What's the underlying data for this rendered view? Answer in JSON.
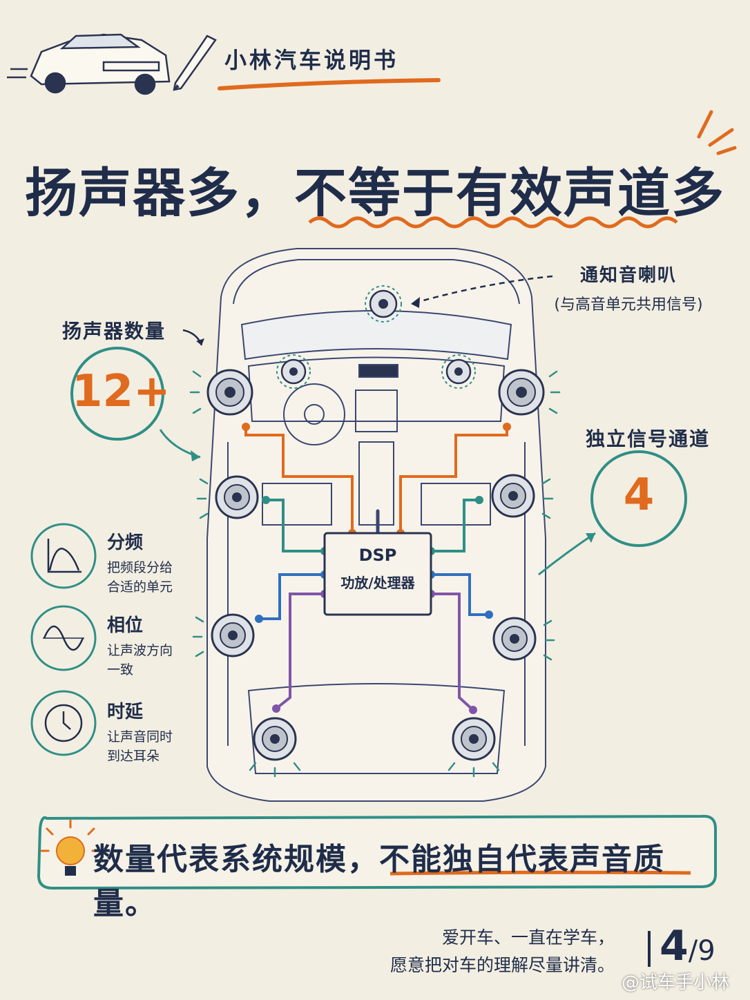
{
  "brand": {
    "title": "小林汽车说明书"
  },
  "headline": {
    "part1": "扬声器多，",
    "part2": "不等于有效声道多"
  },
  "notification": {
    "label": "通知音喇叭",
    "sub": "(与高音单元共用信号)"
  },
  "speaker_count": {
    "label": "扬声器数量",
    "value": "12+"
  },
  "channels": {
    "label": "独立信号通道",
    "value": "4"
  },
  "dsp": {
    "line1": "DSP",
    "line2": "功放/处理器"
  },
  "features": [
    {
      "title": "分频",
      "desc1": "把频段分给",
      "desc2": "合适的单元",
      "icon": "crossover-curve-icon"
    },
    {
      "title": "相位",
      "desc1": "让声波方向",
      "desc2": "一致",
      "icon": "sine-wave-icon"
    },
    {
      "title": "时延",
      "desc1": "让声音同时",
      "desc2": "到达耳朵",
      "icon": "clock-icon"
    }
  ],
  "banner": {
    "text_plain": "数量代表系统规模，",
    "text_emph": "不能独自代表声音质量。",
    "icon": "lightbulb-icon"
  },
  "footer": {
    "line1": "爱开车、一直在学车，",
    "line2": "愿意把对车的理解尽量讲清。"
  },
  "page": {
    "current": "4",
    "total": "9"
  },
  "watermark": {
    "text": "@试车手小林"
  },
  "colors": {
    "navy": "#1f2d4a",
    "orange": "#e06a1d",
    "teal": "#2f8f86",
    "blue": "#2f6fc0",
    "purple": "#7f55a8",
    "paper": "#f3eee2"
  }
}
